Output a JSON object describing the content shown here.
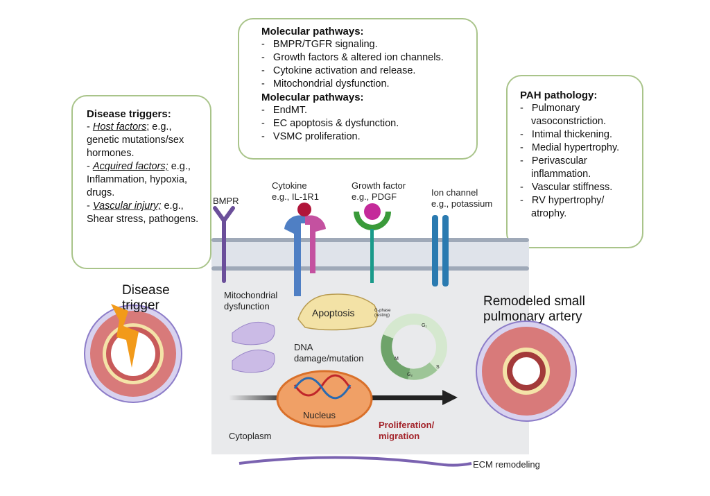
{
  "triggers_box": {
    "title": "Disease triggers:",
    "items": [
      {
        "label": "Host factors",
        "suffix": "; e.g., genetic mutations/sex hormones."
      },
      {
        "label": "Acquired factors;",
        "suffix": " e.g., Inflammation, hypoxia, drugs."
      },
      {
        "label": "Vascular injury;",
        "suffix": " e.g., Shear stress, pathogens."
      }
    ]
  },
  "pathways_box": {
    "title1": "Molecular pathways:",
    "items1": [
      "BMPR/TGFR signaling.",
      "Growth factors & altered ion channels.",
      "Cytokine activation and release.",
      "Mitochondrial dysfunction."
    ],
    "title2": "Molecular pathways:",
    "items2": [
      "EndMT.",
      "EC apoptosis & dysfunction.",
      "VSMC proliferation."
    ]
  },
  "pathology_box": {
    "title": "PAH pathology:",
    "items": [
      "Pulmonary vasoconstriction.",
      "Intimal thickening.",
      "Medial hypertrophy.",
      "Perivascular inflammation.",
      "Vascular stiffness.",
      "RV hypertrophy/ atrophy."
    ]
  },
  "receptors": {
    "bmpr": "BMPR",
    "cytokine": "Cytokine",
    "cytokine_eg": "e.g., IL-1R1",
    "growth": "Growth factor",
    "growth_eg": "e.g., PDGF",
    "ion": "Ion channel",
    "ion_eg": "e.g., potassium"
  },
  "cell": {
    "mito": "Mitochondrial dysfunction",
    "apoptosis": "Apoptosis",
    "dna": "DNA damage/mutation",
    "nucleus": "Nucleus",
    "cytoplasm": "Cytoplasm",
    "prolif": "Proliferation/ migration",
    "cycle": {
      "g0": "G₀phase",
      "resting": "(resting)",
      "g1": "G₁",
      "s": "S",
      "g2": "G₂",
      "m": "M"
    }
  },
  "labels": {
    "trigger": "Disease trigger",
    "remodeled": "Remodeled small pulmonary artery",
    "ecm": "ECM remodeling"
  },
  "colors": {
    "box_border": "#a9c48a",
    "cell_bg": "#e9eaec",
    "prolif": "#a3232a",
    "nucleus": "#f0a066"
  }
}
